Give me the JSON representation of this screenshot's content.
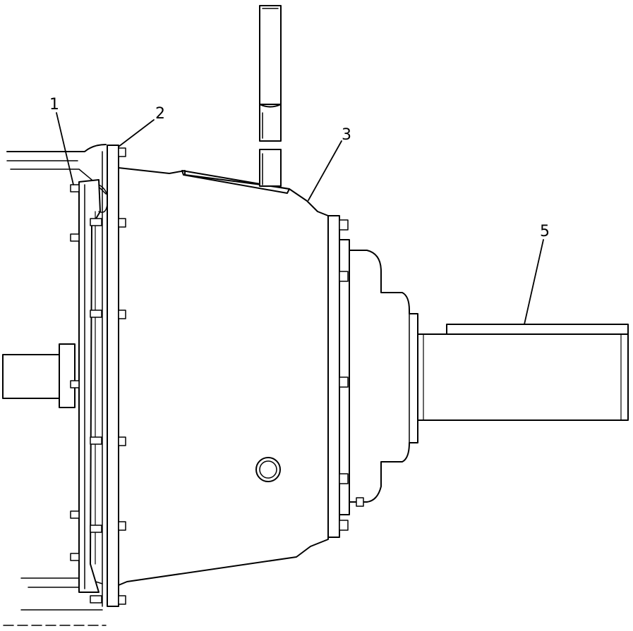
{
  "callouts": [
    {
      "id": "1",
      "label": "1"
    },
    {
      "id": "2",
      "label": "2"
    },
    {
      "id": "3",
      "label": "3"
    },
    {
      "id": "5",
      "label": "5"
    }
  ],
  "colors": {
    "line": "#000000",
    "background": "#ffffff"
  }
}
